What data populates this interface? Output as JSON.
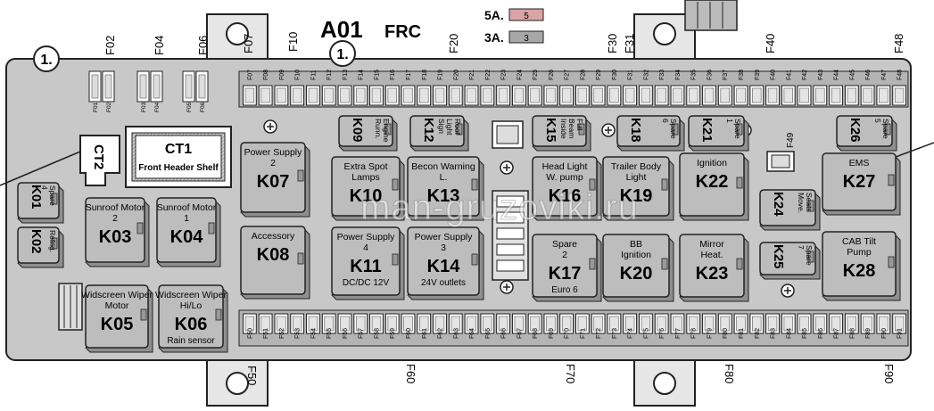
{
  "header": {
    "title_main": "A01",
    "title_sub": "FRC",
    "legend": [
      {
        "label": "5A.",
        "value": "5",
        "color": "#d9a4a4"
      },
      {
        "label": "3A.",
        "value": "3",
        "color": "#a8a8a8"
      }
    ]
  },
  "circle_labels": [
    "1.",
    "1."
  ],
  "top_fuse_group_labels": [
    "F02",
    "F04",
    "F06",
    "F07",
    "F10",
    "F20",
    "F30",
    "F31",
    "F40",
    "F48"
  ],
  "bottom_fuse_group_labels": [
    "F50",
    "F60",
    "F70",
    "F80",
    "F90"
  ],
  "f49_label": "F49",
  "small_fuses_left": [
    "F01",
    "F02",
    "F03",
    "F04",
    "F05",
    "F06"
  ],
  "top_fuse_row": {
    "first": 7,
    "last": 48
  },
  "bottom_fuse_row": {
    "first": 50,
    "last": 91
  },
  "connectors": [
    {
      "code": "CT1",
      "caption": "Front Header Shelf"
    },
    {
      "code": "CT2",
      "caption": ""
    }
  ],
  "relays": [
    {
      "code": "K01",
      "label": "Spare 4"
    },
    {
      "code": "K02",
      "label": "Refrig."
    },
    {
      "code": "K03",
      "label": "Sunroof Motor 2"
    },
    {
      "code": "K04",
      "label": "Sunroof Motor 1"
    },
    {
      "code": "K05",
      "label": "Widscreen Wiper Motor"
    },
    {
      "code": "K06",
      "label": "Widscreen Wiper Hi/Lo",
      "sub": "Rain sensor"
    },
    {
      "code": "K07",
      "label": "Power Supply 2"
    },
    {
      "code": "K08",
      "label": "Accessory"
    },
    {
      "code": "K09",
      "label": "Engine Runn."
    },
    {
      "code": "K10",
      "label": "Extra Spot Lamps"
    },
    {
      "code": "K11",
      "label": "Power Supply 4",
      "sub": "DC/DC 12V"
    },
    {
      "code": "K12",
      "label": "Roof Light Sign"
    },
    {
      "code": "K13",
      "label": "Becon Warning L."
    },
    {
      "code": "K14",
      "label": "Power Supply 3",
      "sub": "24V outlets"
    },
    {
      "code": "K15",
      "label": "Full Beam Inside"
    },
    {
      "code": "K16",
      "label": "Head Light W. pump"
    },
    {
      "code": "K17",
      "label": "Spare 2",
      "sub": "Euro 6"
    },
    {
      "code": "K18",
      "label": "Spare 6"
    },
    {
      "code": "K19",
      "label": "Trailer Body Light"
    },
    {
      "code": "K20",
      "label": "BB Ignition"
    },
    {
      "code": "K21",
      "label": "Spare 1"
    },
    {
      "code": "K22",
      "label": "Ignition"
    },
    {
      "code": "K23",
      "label": "Mirror Heat."
    },
    {
      "code": "K24",
      "label": "Seats Move."
    },
    {
      "code": "K25",
      "label": "Spare 7"
    },
    {
      "code": "K26",
      "label": "Spare 5"
    },
    {
      "code": "K27",
      "label": "EMS"
    },
    {
      "code": "K28",
      "label": "CAB Tilt Pump"
    }
  ],
  "watermark": "man-gruzoviki.ru",
  "colors": {
    "board": "#c8c8c8",
    "relay": "#bdbdbd",
    "relay_dark": "#8f8f8f",
    "fuse": "#ffffff",
    "outline": "#222222"
  }
}
